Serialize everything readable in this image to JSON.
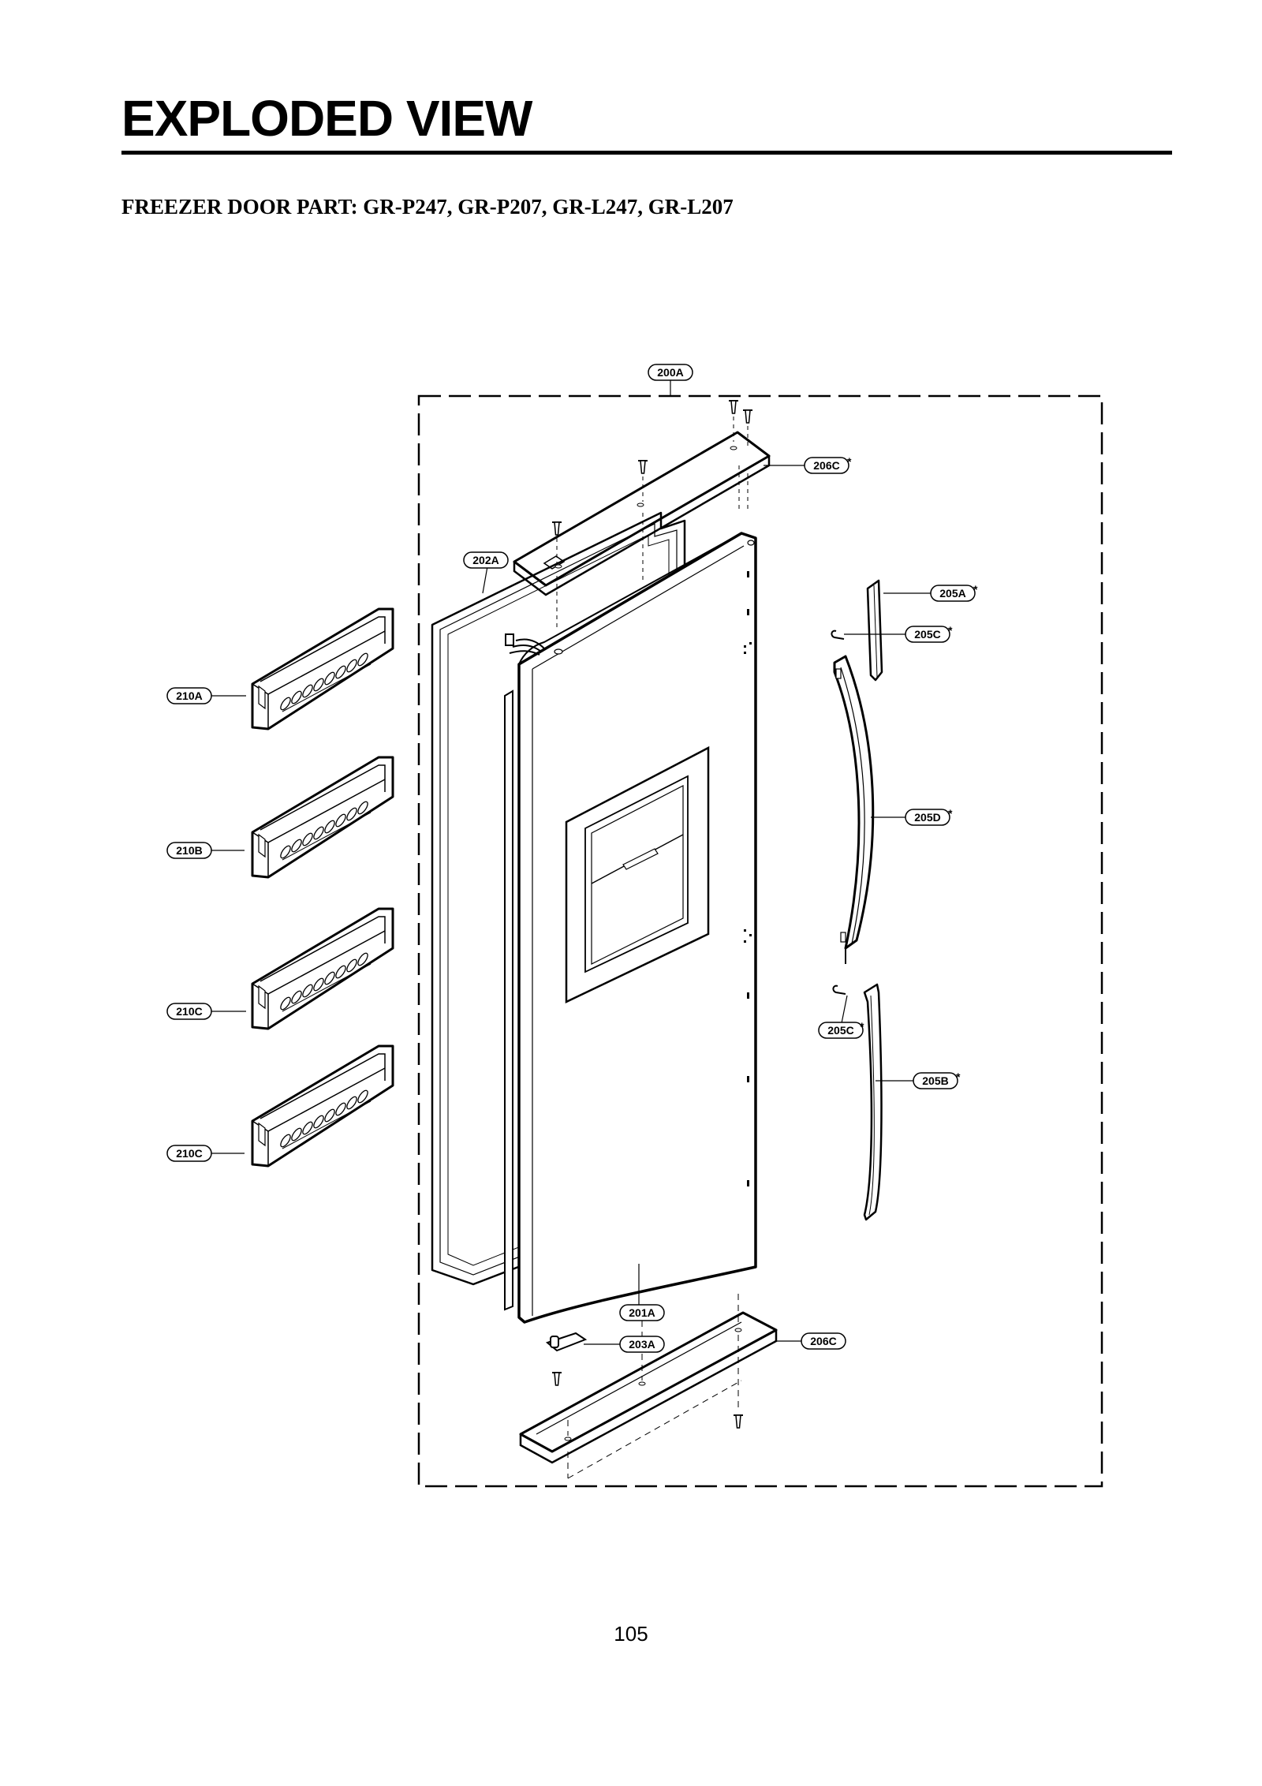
{
  "header": {
    "title": "EXPLODED VIEW",
    "subtitle": "FREEZER DOOR PART: GR-P247, GR-P207, GR-L247, GR-L207"
  },
  "diagram": {
    "callouts": {
      "c200A": "200A",
      "c206C_top": "206C",
      "c202A": "202A",
      "c205A": "205A",
      "c205C_top": "205C",
      "c210A": "210A",
      "c210B": "210B",
      "c205D": "205D",
      "c210C_1": "210C",
      "c205C_bottom": "205C",
      "c205B": "205B",
      "c210C_2": "210C",
      "c201A": "201A",
      "c203A": "203A",
      "c206C_bottom": "206C"
    },
    "asterisk": "*"
  },
  "footer": {
    "page_number": "105"
  }
}
